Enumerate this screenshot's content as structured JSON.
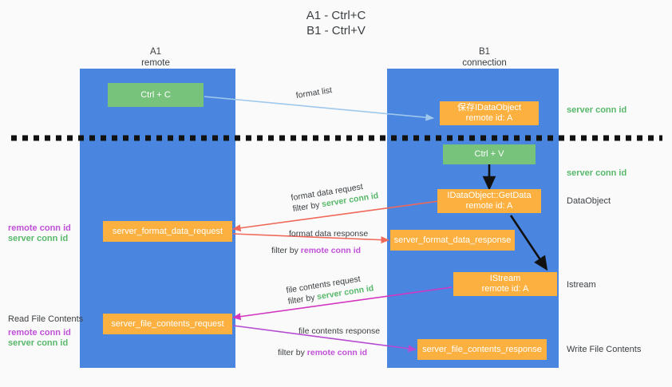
{
  "title": {
    "line1": "A1 - Ctrl+C",
    "line2": "B1 - Ctrl+V"
  },
  "columns": [
    {
      "id": "a1",
      "name": "A1",
      "role": "remote"
    },
    {
      "id": "b1",
      "name": "B1",
      "role": "connection"
    }
  ],
  "nodes": {
    "ctrl_c": {
      "line1": "Ctrl + C",
      "line2": ""
    },
    "save_idataobject": {
      "line1": "保存IDataObject",
      "line2": "remote id: A"
    },
    "ctrl_v": {
      "line1": "Ctrl + V",
      "line2": ""
    },
    "getdata": {
      "line1": "IDataObject::GetData",
      "line2": "remote id: A"
    },
    "istream": {
      "line1": "IStream",
      "line2": "remote id: A"
    },
    "server_format_data_request": {
      "line1": "server_format_data_request",
      "line2": ""
    },
    "server_format_data_response": {
      "line1": "server_format_data_response",
      "line2": ""
    },
    "server_file_contents_request": {
      "line1": "server_file_contents_request",
      "line2": ""
    },
    "server_file_contents_response": {
      "line1": "server_file_contents_response",
      "line2": ""
    }
  },
  "edges": {
    "format_list": {
      "label": "format list"
    },
    "format_data_request": {
      "label": "format data request",
      "filter_prefix": "filter by ",
      "filter_key": "server conn id"
    },
    "format_data_response": {
      "label": "format data response",
      "filter_prefix": "filter by ",
      "filter_key": "remote conn id"
    },
    "file_contents_request": {
      "label": "file contents request",
      "filter_prefix": "filter by ",
      "filter_key": "server conn id"
    },
    "file_contents_response": {
      "label": "file contents response",
      "filter_prefix": "filter by ",
      "filter_key": "remote conn id"
    }
  },
  "right_labels": {
    "server_conn_id_top": "server conn id",
    "server_conn_id_mid": "server conn id",
    "dataobject": "DataObject",
    "istream": "Istream",
    "write_file_contents": "Write File Contents"
  },
  "left_labels": {
    "remote_conn_id_1": "remote conn id",
    "server_conn_id_1": "server conn id",
    "read_file_contents": "Read File Contents",
    "remote_conn_id_2": "remote conn id",
    "server_conn_id_2": "server conn id"
  },
  "colors": {
    "lane": "#4a86e0",
    "green_node": "#78c37c",
    "orange_node": "#fbb040",
    "green_text": "#57b86a",
    "purple_text": "#c050d8",
    "arrow_blue": "#9fc8ec",
    "arrow_red": "#f0685a",
    "arrow_magenta": "#d336c0",
    "arrow_purple": "#b44bd0",
    "arrow_black": "#000000",
    "background": "#fafafa"
  }
}
